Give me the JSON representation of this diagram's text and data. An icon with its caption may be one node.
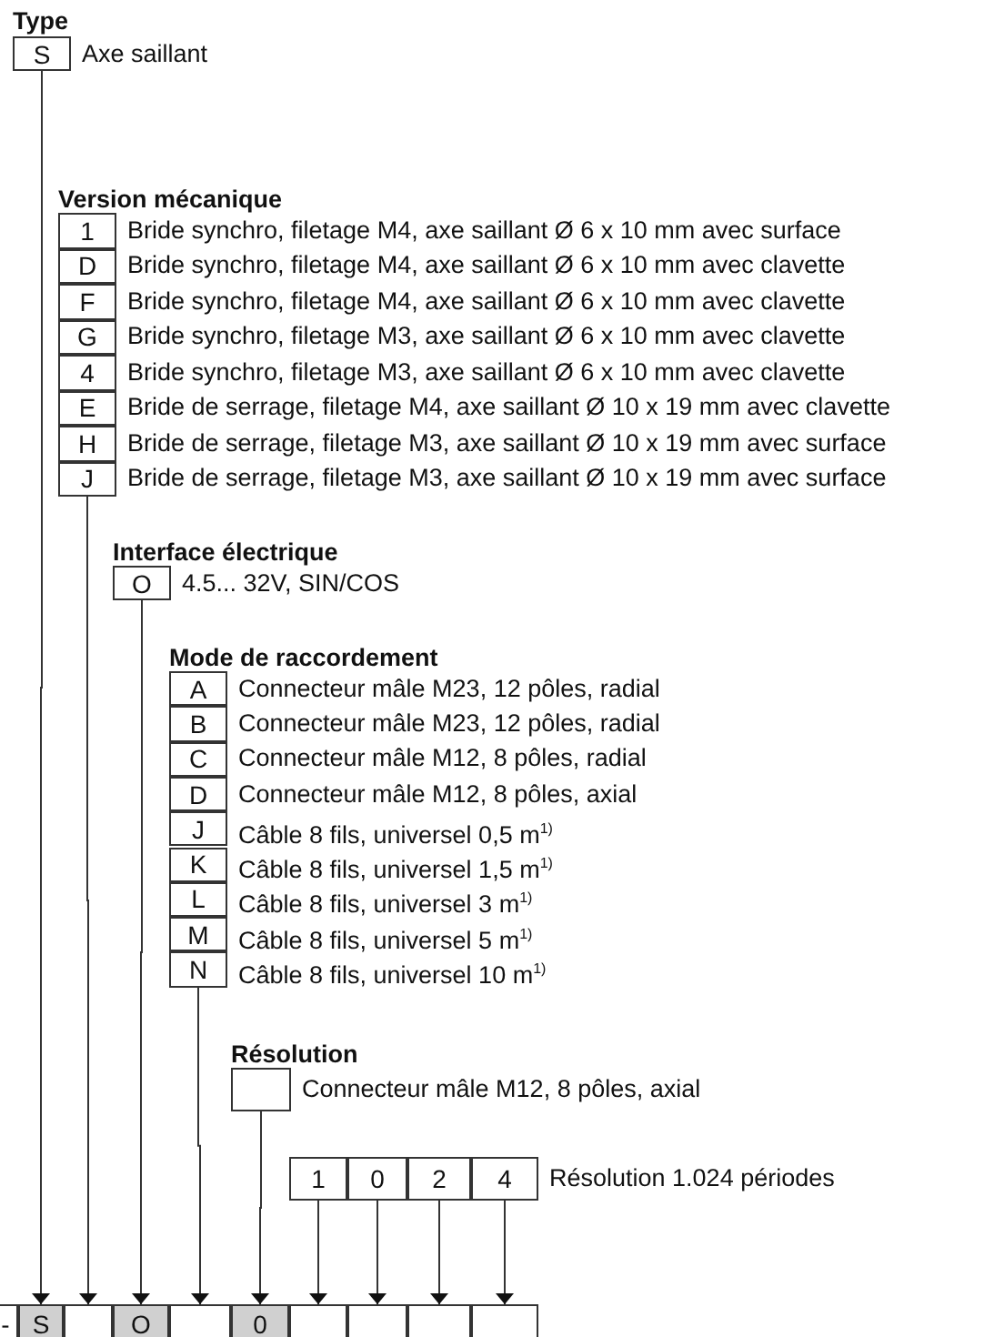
{
  "diagram": {
    "nodes": [
      {
        "text": [
          "S"
        ],
        "beside": [
          "Axe saillant"
        ]
      },
      {
        "text": [
          "1"
        ],
        "beside": [
          "Bride synchro, filetage M4, axe saillant Ø 6 x 10 mm avec surface"
        ]
      },
      {
        "text": [
          "D"
        ],
        "beside": [
          "Bride synchro, filetage M4, axe saillant Ø 6 x 10 mm avec clavette"
        ]
      },
      {
        "text": [
          "F"
        ],
        "beside": [
          "Bride synchro, filetage M4, axe saillant Ø 6 x 10 mm avec clavette"
        ]
      },
      {
        "text": [
          "G"
        ],
        "beside": [
          "Bride synchro, filetage M3, axe saillant Ø 6 x 10 mm avec clavette"
        ]
      },
      {
        "text": [
          "4"
        ],
        "beside": [
          "Bride synchro, filetage M3, axe saillant Ø 6 x 10 mm avec clavette"
        ]
      },
      {
        "text": [
          "E"
        ],
        "beside": [
          "Bride de serrage, filetage M4, axe saillant Ø 10 x 19 mm avec clavette"
        ]
      },
      {
        "text": [
          "H"
        ],
        "beside": [
          "Bride de serrage, filetage M3, axe saillant Ø 10 x 19 mm avec surface"
        ]
      },
      {
        "text": [
          "J"
        ],
        "beside": [
          "Bride de serrage, filetage M3, axe saillant Ø 10 x 19 mm avec surface"
        ]
      },
      {
        "text": [
          "O"
        ],
        "beside": [
          "4.5... 32V, SIN/COS"
        ]
      },
      {
        "text": [
          "A"
        ],
        "beside": [
          "Connecteur mâle M23, 12 pôles, radial"
        ]
      },
      {
        "text": [
          "B"
        ],
        "beside": [
          "Connecteur mâle M23, 12 pôles, radial"
        ]
      },
      {
        "text": [
          "C"
        ],
        "beside": [
          "Connecteur mâle M12, 8 pôles, radial"
        ]
      },
      {
        "text": [
          "D"
        ],
        "beside": [
          "Connecteur mâle M12, 8 pôles, axial"
        ]
      },
      {
        "text": [
          "J"
        ],
        "beside": [
          "Câble 8 fils, universel 0,5 m$^{1)}$"
        ]
      },
      {
        "text": [
          "K"
        ],
        "beside": [
          "Câble 8 fils, universel 1,5 m$^{1)}$"
        ]
      },
      {
        "text": [
          "L"
        ],
        "beside": [
          "Câble 8 fils, universel 3 m$^{1)}$"
        ]
      },
      {
        "text": [
          "M"
        ],
        "beside": [
          "Câble 8 fils, universel 5 m$^{1)}$"
        ]
      },
      {
        "text": [
          "N"
        ],
        "beside": [
          "Câble 8 fils, universel 10 m$^{1)}$"
        ]
      },
      {
        "text": [],
        "shape": "box",
        "beside": [
          "Connecteur mâle M12, 8 pôles, axial"
        ]
      },
      {
        "text": [
          "1"
        ]
      },
      {
        "text": [
          "0"
        ]
      },
      {
        "text": [
          "2"
        ]
      },
      {
        "text": [
          "4"
        ],
        "beside": [
          "Résolution 1.024 périodes"
        ]
      },
      {
        "text": [
          "-"
        ]
      },
      {
        "text": [
          "S"
        ]
      },
      {
        "text": [],
        "shape": "box"
      },
      {
        "text": [
          "O"
        ]
      },
      {
        "text": [],
        "shape": "box"
      },
      {
        "text": [
          "0"
        ]
      },
      {
        "text": [],
        "shape": "box"
      },
      {
        "text": [],
        "shape": "box"
      },
      {
        "text": [],
        "shape": "box"
      },
      {
        "text": [],
        "shape": "box"
      }
    ],
    "edges": [
      {
        "from": 0,
        "to": 25,
        "arrow": "to"
      },
      {
        "from": 8,
        "to": 26,
        "arrow": "to"
      },
      {
        "from": 9,
        "to": 27,
        "arrow": "to"
      },
      {
        "from": 18,
        "to": 28,
        "arrow": "to"
      },
      {
        "from": 19,
        "to": 29,
        "arrow": "to"
      },
      {
        "from": 20,
        "to": 30,
        "arrow": "to"
      },
      {
        "from": 21,
        "to": 31,
        "arrow": "to"
      },
      {
        "from": 22,
        "to": 32,
        "arrow": "to"
      },
      {
        "from": 23,
        "to": 33,
        "arrow": "to"
      }
    ],
    "labels": [
      "Type",
      "Version mécanique",
      "Interface électrique",
      "Mode de raccordement",
      "Résolution"
    ]
  }
}
